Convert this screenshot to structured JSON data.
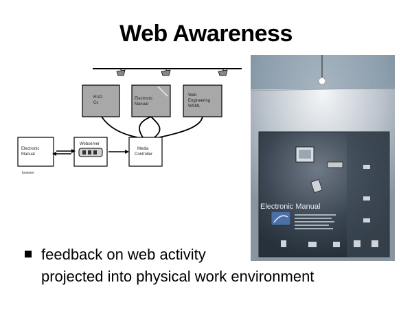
{
  "slide": {
    "title": "Web Awareness",
    "bullet": {
      "line1": "feedback on web activity",
      "line2": "projected into physical work environment"
    }
  },
  "diagram": {
    "boxes": {
      "top1": [
        "RUO",
        "Cc"
      ],
      "top2": [
        "Electronic",
        "Manual"
      ],
      "top3": [
        "Web",
        "Engineering",
        "WSML"
      ],
      "left": [
        "Electronic",
        "Manual"
      ],
      "server": [
        "Webserver"
      ],
      "media": [
        "Media",
        "Controller"
      ]
    },
    "browser_label": "browser"
  },
  "photo": {
    "panel_title": "Electronic Manual"
  }
}
